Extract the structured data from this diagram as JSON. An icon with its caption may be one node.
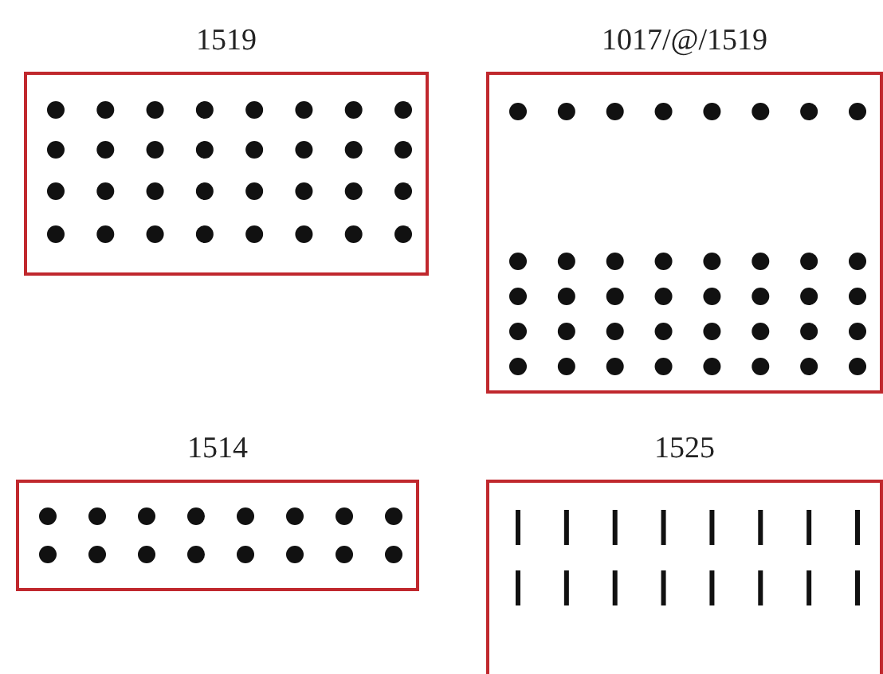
{
  "diagram": {
    "nodes": [
      {
        "text": [
          "1519"
        ]
      },
      {
        "text": [
          "1017/@/1519"
        ]
      },
      {
        "text": [
          "1514"
        ]
      },
      {
        "text": [
          "1525"
        ]
      }
    ]
  }
}
